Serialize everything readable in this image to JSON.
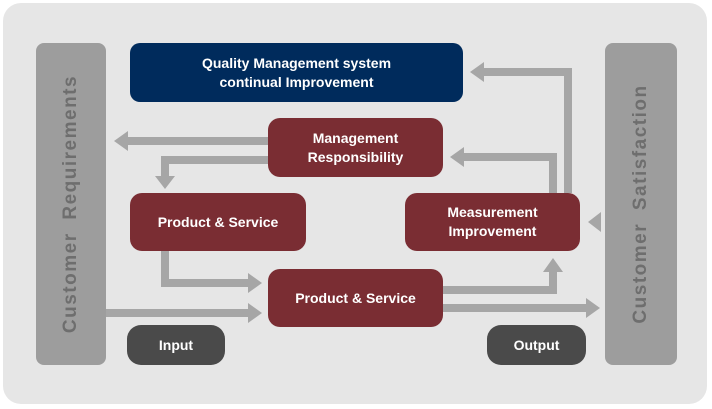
{
  "diagram": {
    "left_bar": "Customer Requirements",
    "right_bar": "Customer Satisfaction",
    "qms_line1": "Quality Management system",
    "qms_line2": "continual Improvement",
    "management_line1": "Management",
    "management_line2": "Responsibility",
    "product_service_top": "Product & Service",
    "measurement_line1": "Measurement",
    "measurement_line2": "Improvement",
    "product_service_bottom": "Product & Service",
    "input": "Input",
    "output": "Output"
  },
  "colors": {
    "navy": "#002b5c",
    "maroon": "#7a2d33",
    "dark": "#4a4a4a",
    "arrow": "#a6a6a6",
    "bar": "#9d9d9d"
  }
}
